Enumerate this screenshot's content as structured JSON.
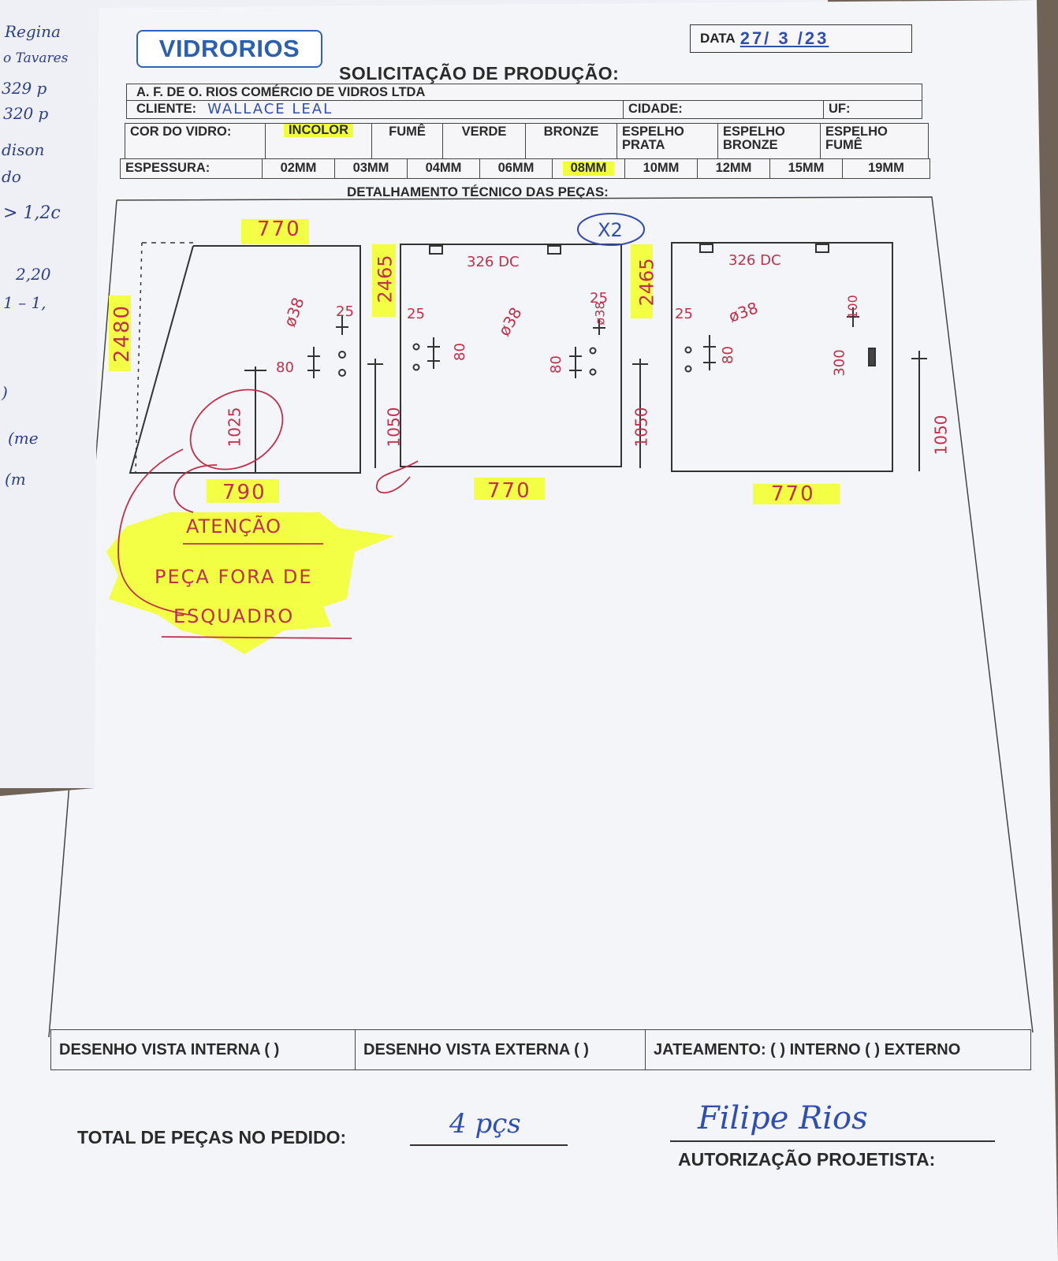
{
  "background_notes": [
    "Regina",
    "o Tavares",
    "329 p",
    "320 p",
    "dison",
    "do",
    "> 1,2c",
    "2,20",
    "1 – 1,",
    ")",
    "(me",
    "(m"
  ],
  "header": {
    "logo": "VIDRORIOS",
    "date_label": "DATA",
    "date_value": "27/ 3 /23",
    "title": "SOLICITAÇÃO DE PRODUÇÃO:"
  },
  "company_row": {
    "company": "A. F. DE O. RIOS COMÉRCIO DE VIDROS LTDA"
  },
  "client_row": {
    "client_label": "CLIENTE:",
    "client_value": "WALLACE LEAL",
    "city_label": "CIDADE:",
    "uf_label": "UF:"
  },
  "color_row": {
    "label": "COR DO VIDRO:",
    "options": [
      "INCOLOR",
      "FUMÊ",
      "VERDE",
      "BRONZE",
      "ESPELHO PRATA",
      "ESPELHO BRONZE",
      "ESPELHO FUMÊ"
    ],
    "selected": "INCOLOR"
  },
  "thickness_row": {
    "label": "ESPESSURA:",
    "options": [
      "02MM",
      "03MM",
      "04MM",
      "06MM",
      "08MM",
      "10MM",
      "12MM",
      "15MM",
      "19MM"
    ],
    "selected": "08MM"
  },
  "section_title": "DETALHAMENTO TÉCNICO DAS PEÇAS:",
  "annotations": {
    "p1_top": "770",
    "p1_height": "2480",
    "p1_bottom": "790",
    "p1_hole": "ø38",
    "p1_edge": "25",
    "p1_spacing": "80",
    "p1_inner": "1025",
    "qty": "X2",
    "p2_height": "2465",
    "p2_top_note": "326 DC",
    "p2_edge_left": "25",
    "p2_edge_right": "25",
    "p2_hole": "ø38",
    "p2_hole_right": "ø38",
    "p2_spacing": "80",
    "p2_spacing_right": "80",
    "p2_side": "1050",
    "p2_bottom": "770",
    "p3_height": "2465",
    "p3_top_note": "326 DC",
    "p3_edge": "25",
    "p3_hole": "ø38",
    "p3_spacing": "80",
    "p3_right_top": "100",
    "p3_right_mid": "300",
    "p3_side_left": "1050",
    "p3_side": "1050",
    "p3_bottom": "770",
    "warn_1": "ATENÇÃO",
    "warn_2": "PEÇA FORA DE",
    "warn_3": "ESQUADRO"
  },
  "footer": {
    "internal": "DESENHO VISTA INTERNA ( )",
    "external": "DESENHO VISTA EXTERNA ( )",
    "blasting": "JATEAMENTO: ( ) INTERNO ( ) EXTERNO",
    "total_label": "TOTAL DE PEÇAS NO PEDIDO:",
    "total_value": "4 pçs",
    "signature": "Filipe Rios",
    "signature_label": "AUTORIZAÇÃO PROJETISTA:"
  },
  "colors": {
    "ink_red": "#c0304a",
    "ink_blue": "#2f4fb0",
    "highlighter": "#f1ff3a",
    "brand_blue": "#2a5fb2"
  }
}
